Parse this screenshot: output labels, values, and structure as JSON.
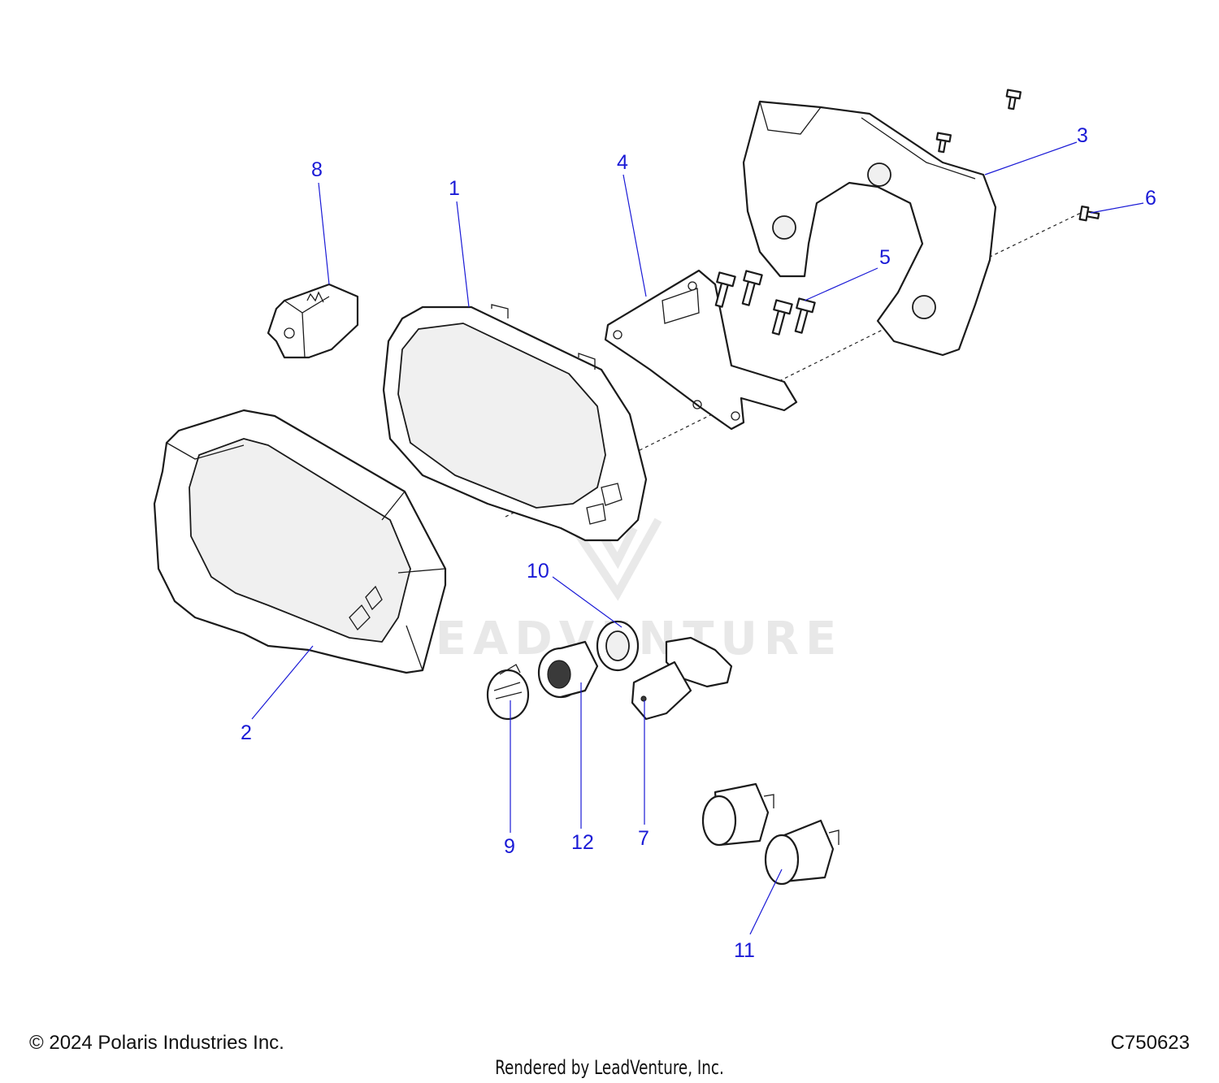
{
  "callouts": {
    "c1": "1",
    "c2": "2",
    "c3": "3",
    "c4": "4",
    "c5": "5",
    "c6": "6",
    "c7": "7",
    "c8": "8",
    "c9": "9",
    "c10": "10",
    "c11": "11",
    "c12": "12"
  },
  "watermark": {
    "text": "LEADVENTURE"
  },
  "footer": {
    "copyright": "© 2024 Polaris Industries Inc.",
    "drawing_id": "C750623",
    "rendered_by": "Rendered by LeadVenture, Inc."
  },
  "colors": {
    "callout": "#1a1ad6",
    "line": "#1b1b1b",
    "background": "#ffffff"
  }
}
